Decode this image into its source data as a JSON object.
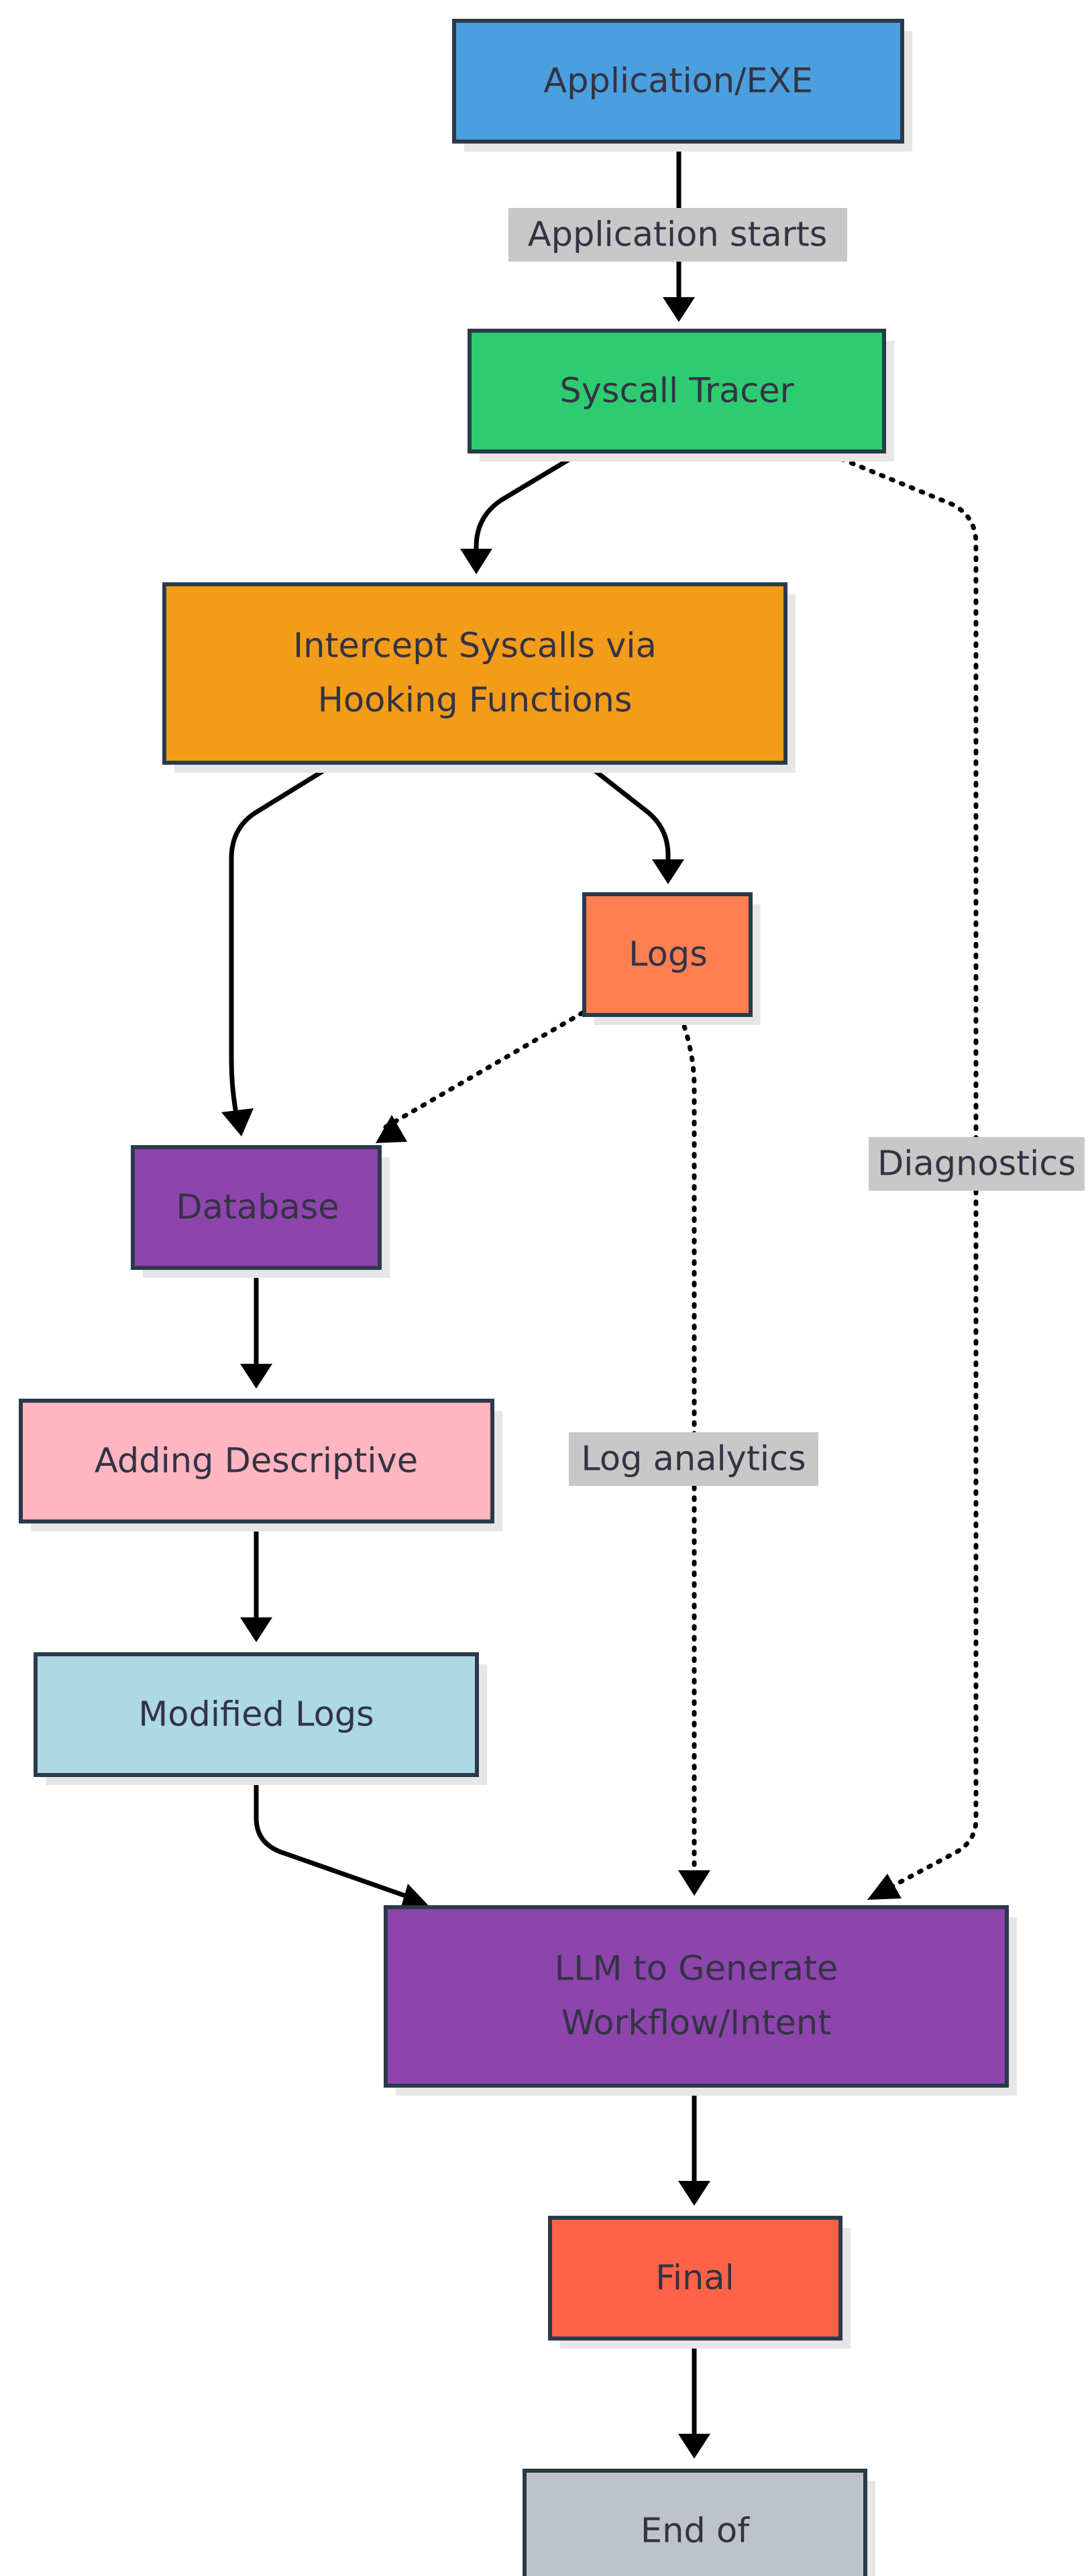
{
  "nodes": {
    "app": {
      "lines": [
        "Application/EXE"
      ],
      "fill": "#4c9fde"
    },
    "tracer": {
      "lines": [
        "Syscall Tracer"
      ],
      "fill": "#2ecc71"
    },
    "intercept": {
      "lines": [
        "Intercept Syscalls via",
        "Hooking Functions"
      ],
      "fill": "#f39c1a"
    },
    "logs": {
      "lines": [
        "Logs"
      ],
      "fill": "#ff7f50"
    },
    "database": {
      "lines": [
        "Database"
      ],
      "fill": "#8e44ad"
    },
    "descriptive": {
      "lines": [
        "Adding Descriptive"
      ],
      "fill": "#ffb6c1"
    },
    "modified": {
      "lines": [
        "Modified Logs"
      ],
      "fill": "#add8e6"
    },
    "llm": {
      "lines": [
        "LLM to Generate",
        "Workflow/Intent"
      ],
      "fill": "#8e44ad"
    },
    "final": {
      "lines": [
        "Final"
      ],
      "fill": "#ff6347"
    },
    "end": {
      "lines": [
        "End of"
      ],
      "fill": "#bdc3c7"
    }
  },
  "edge_labels": {
    "app_to_tracer": "Application starts",
    "tracer_to_llm": "Diagnostics",
    "logs_to_llm": "Log analytics"
  }
}
